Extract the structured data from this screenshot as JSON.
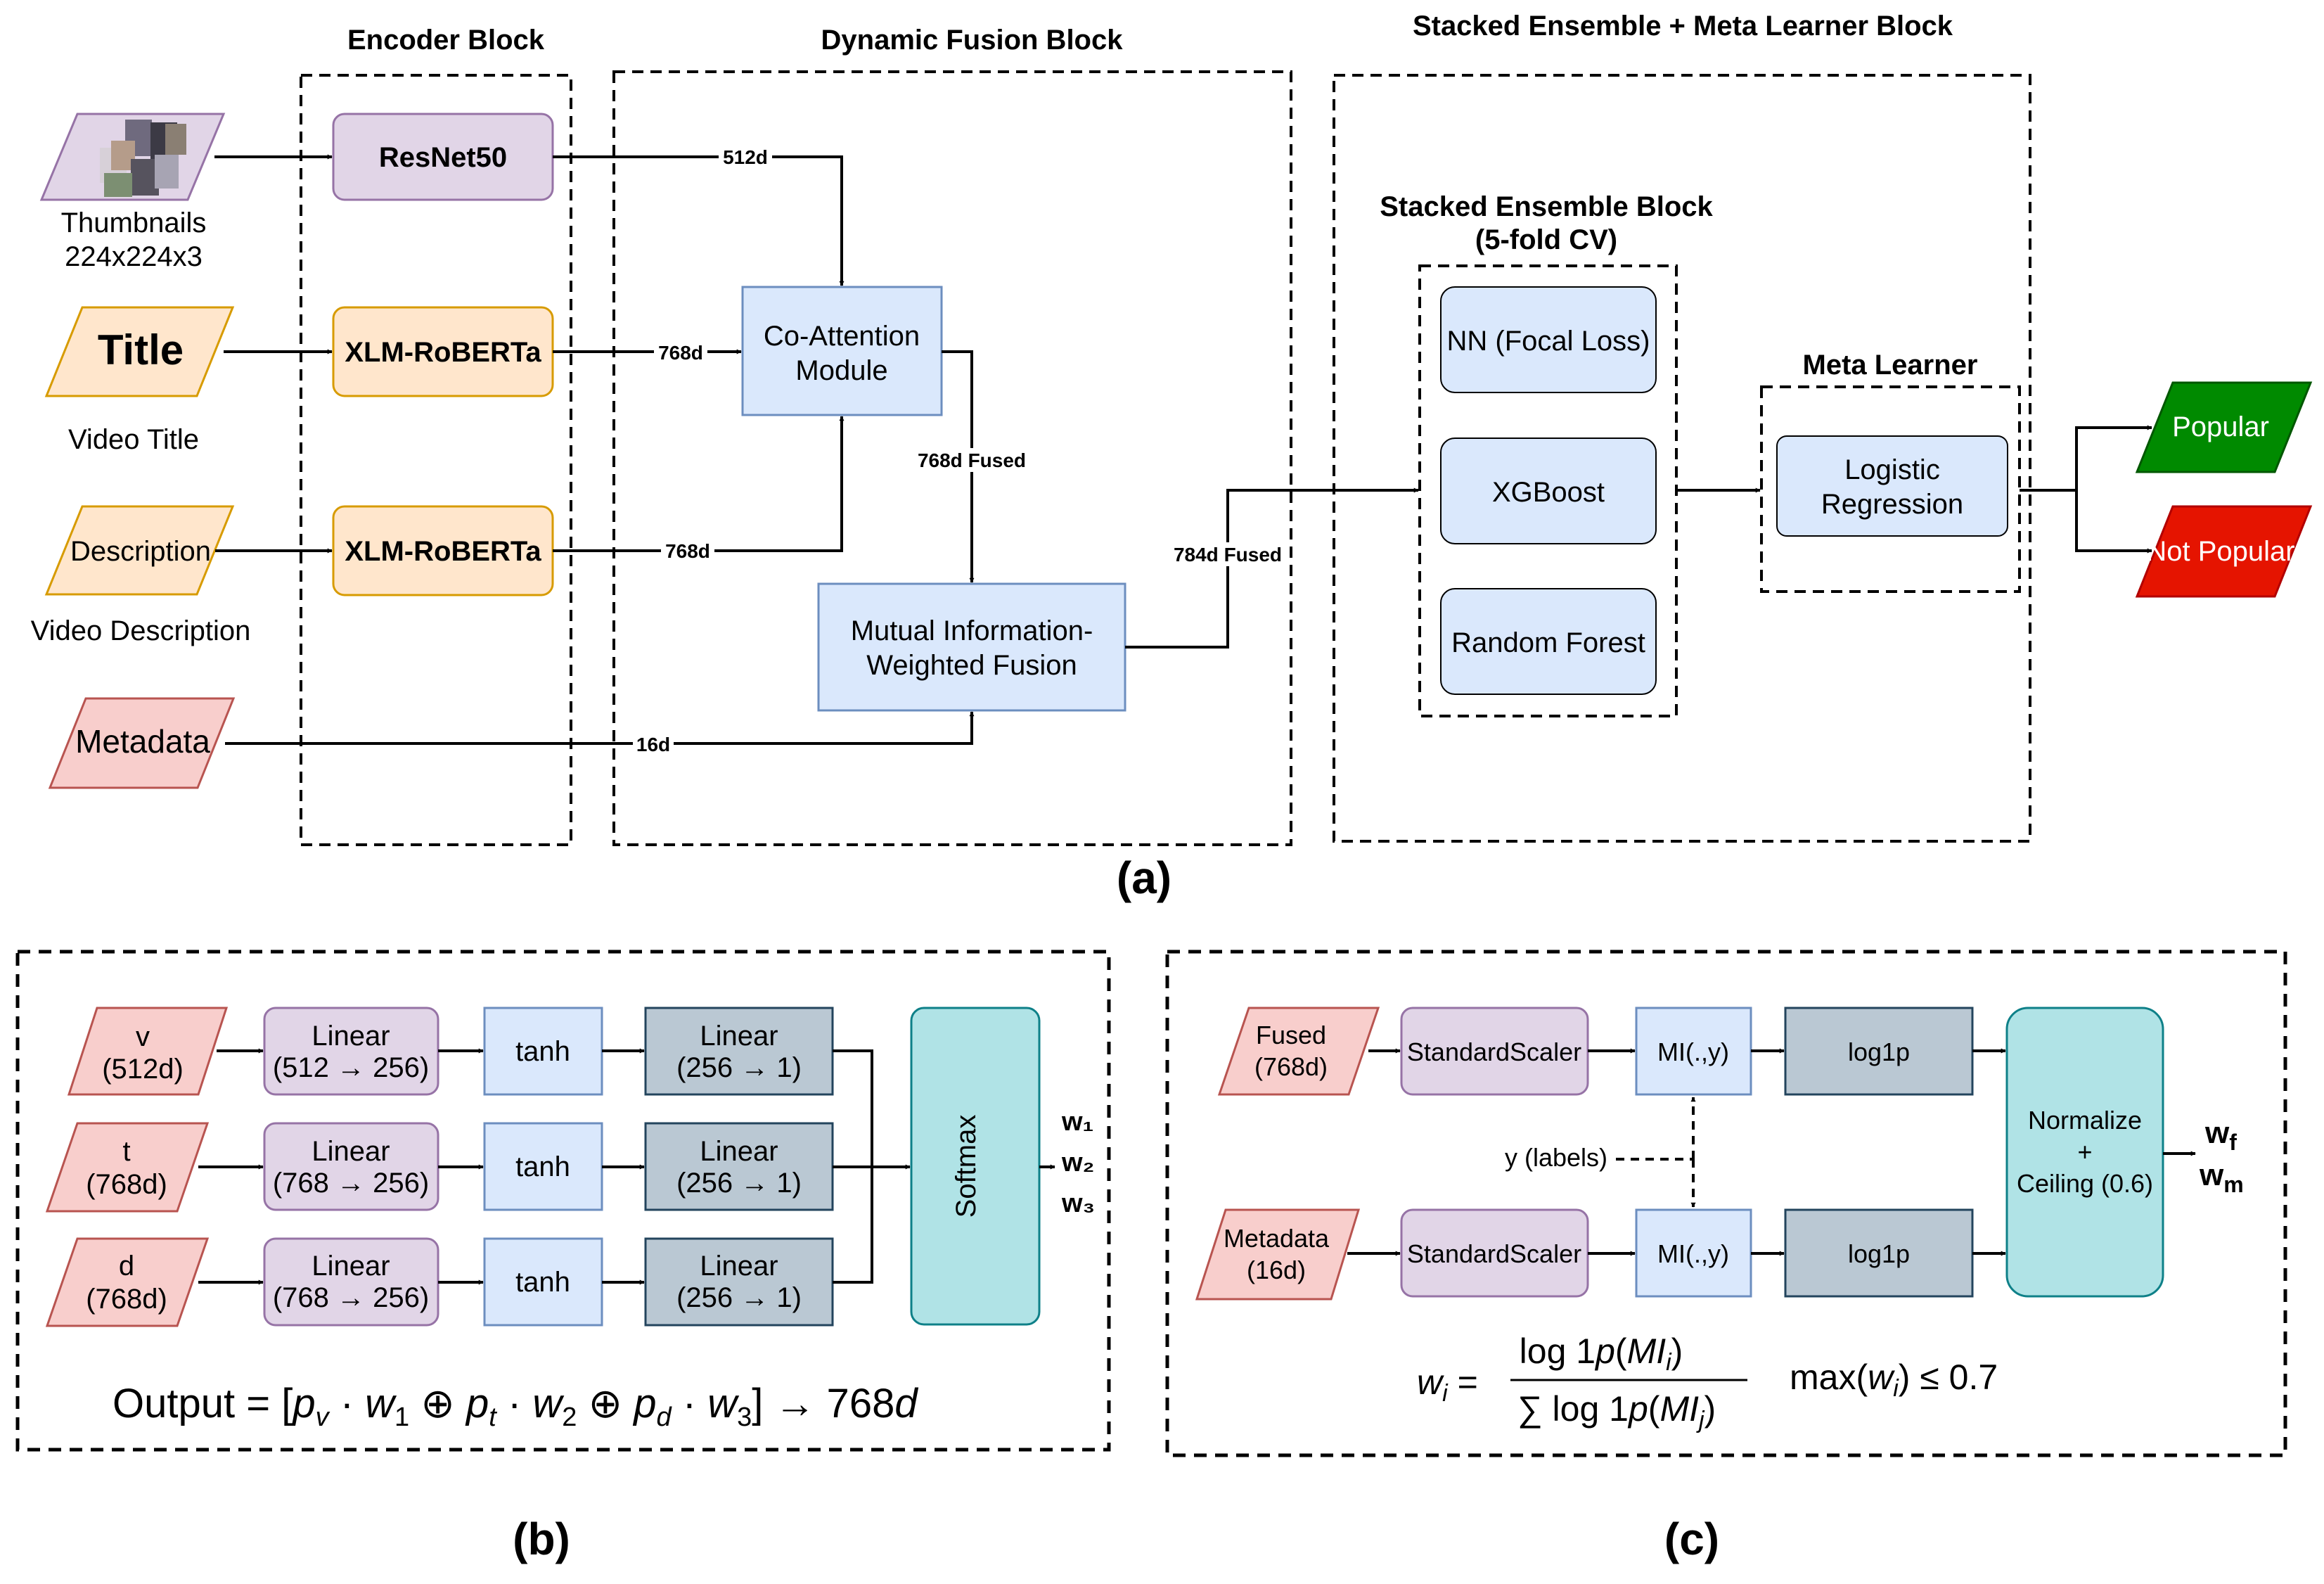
{
  "headers": {
    "encoder": "Encoder Block",
    "fusion": "Dynamic Fusion Block",
    "stacked_meta": "Stacked Ensemble + Meta Learner Block",
    "stacked_line1": "Stacked Ensemble Block",
    "stacked_line2": "(5-fold CV)",
    "meta": "Meta Learner"
  },
  "inputs": {
    "thumb_cap1": "Thumbnails",
    "thumb_cap2": "224x224x3",
    "title": "Title",
    "title_cap": "Video Title",
    "description": "Description",
    "description_cap": "Video Description",
    "metadata": "Metadata"
  },
  "encoders": {
    "resnet": "ResNet50",
    "xlmr1": "XLM-RoBERTa",
    "xlmr2": "XLM-RoBERTa"
  },
  "fusion": {
    "coatt_1": "Co-Attention",
    "coatt_2": "Module",
    "mi_1": "Mutual Information-",
    "mi_2": "Weighted Fusion"
  },
  "ensemble": {
    "nn": "NN (Focal Loss)",
    "xgb": "XGBoost",
    "rf": "Random Forest"
  },
  "meta": {
    "lr1": "Logistic",
    "lr2": "Regression"
  },
  "outputs": {
    "popular": "Popular",
    "not_popular": "Not Popular"
  },
  "edges": {
    "e512": "512d",
    "e768a": "768d",
    "e768b": "768d",
    "e16": "16d",
    "fused768": "768d Fused",
    "fused784": "784d Fused"
  },
  "captions": {
    "a": "(a)",
    "b": "(b)",
    "c": "(c)"
  },
  "panel_b": {
    "inputs": [
      {
        "n": "v",
        "d": "(512d)"
      },
      {
        "n": "t",
        "d": "(768d)"
      },
      {
        "n": "d",
        "d": "(768d)"
      }
    ],
    "linear1": [
      {
        "l1": "Linear",
        "l2": "(512 → 256)"
      },
      {
        "l1": "Linear",
        "l2": "(768 → 256)"
      },
      {
        "l1": "Linear",
        "l2": "(768 → 256)"
      }
    ],
    "tanh": "tanh",
    "linear2_l1": "Linear",
    "linear2_l2": "(256 → 1)",
    "softmax": "Softmax",
    "outputs": [
      "w₁",
      "w₂",
      "w₃"
    ]
  },
  "panel_c": {
    "fused_1": "Fused",
    "fused_2": "(768d)",
    "meta_1": "Metadata",
    "meta_2": "(16d)",
    "scaler": "StandardScaler",
    "mi": "MI(.,y)",
    "log1p": "log1p",
    "labels": "y (labels)",
    "norm_1": "Normalize",
    "norm_2": "+",
    "norm_3": "Ceiling (0.6)",
    "out_f": "w",
    "out_f_sub": "f",
    "out_m": "w",
    "out_m_sub": "m"
  },
  "colors": {
    "purple_fill": "#e1d5e7",
    "purple_stroke": "#9673a6",
    "orange_fill": "#ffe6cc",
    "orange_stroke": "#d79b00",
    "red_fill": "#f8cecc",
    "red_stroke": "#b85450",
    "blue_fill": "#dae8fc",
    "blue_stroke": "#6c8ebf",
    "gray_fill": "#bac8d3",
    "gray_stroke": "#23445d",
    "teal_fill": "#b0e3e6",
    "teal_stroke": "#0e8088",
    "green_fill": "#008a00",
    "bright_red_fill": "#e51400"
  }
}
